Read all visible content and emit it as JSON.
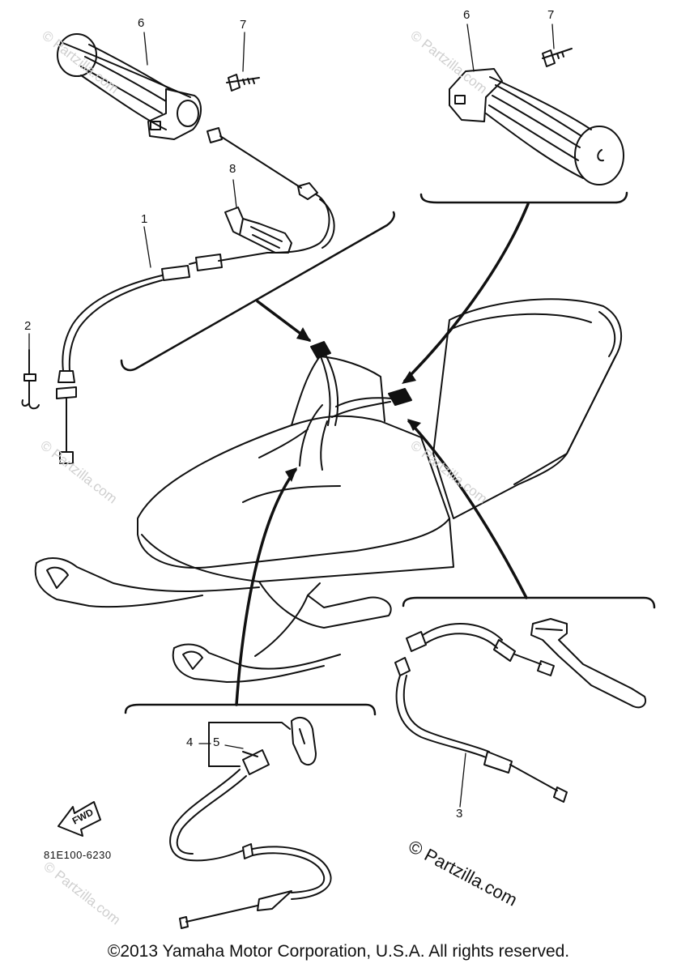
{
  "callouts": [
    {
      "id": "c6a",
      "label": "6"
    },
    {
      "id": "c7a",
      "label": "7"
    },
    {
      "id": "c8",
      "label": "8"
    },
    {
      "id": "c1",
      "label": "1"
    },
    {
      "id": "c2",
      "label": "2"
    },
    {
      "id": "c6b",
      "label": "6"
    },
    {
      "id": "c7b",
      "label": "7"
    },
    {
      "id": "c4",
      "label": "4"
    },
    {
      "id": "c5",
      "label": "5"
    },
    {
      "id": "c3",
      "label": "3"
    }
  ],
  "fwd_label": "FWD",
  "part_code": "81E100-6230",
  "watermark": "© Partzilla.com",
  "copyright": "©2013 Yamaha Motor Corporation, U.S.A. All rights reserved."
}
